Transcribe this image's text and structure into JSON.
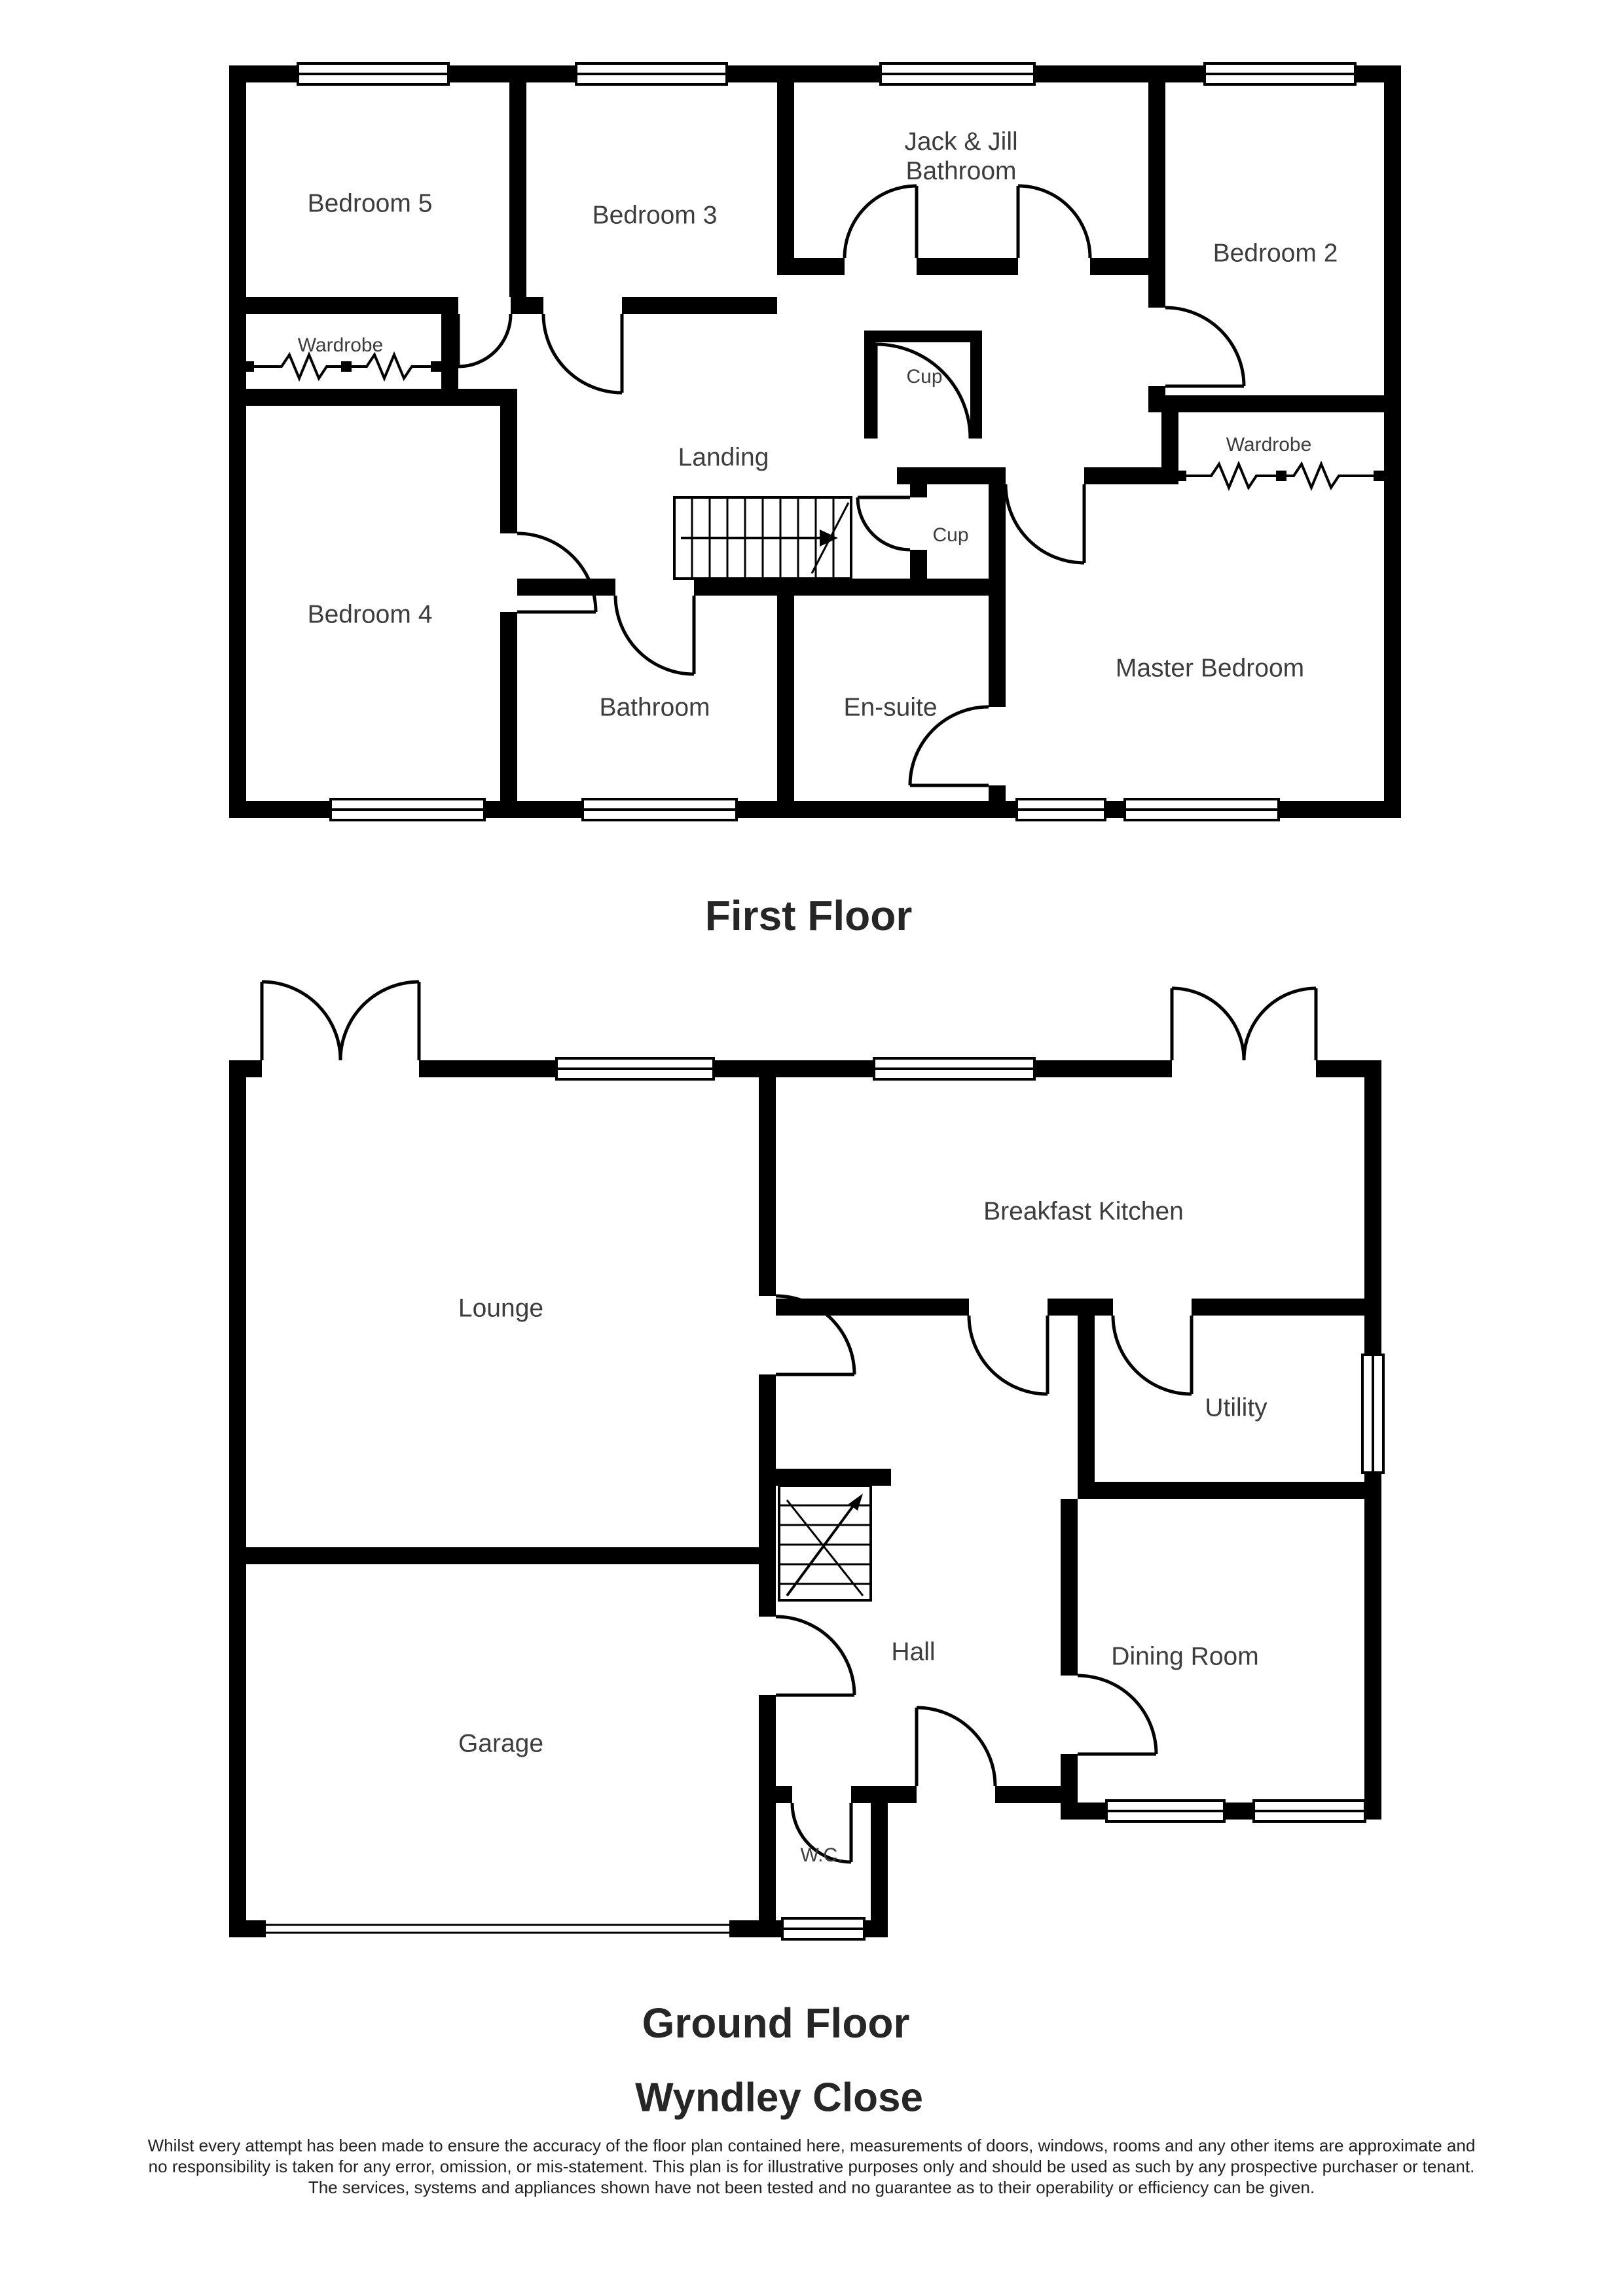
{
  "property_name": "Wyndley Close",
  "first_floor": {
    "title": "First Floor",
    "rooms": {
      "bedroom5": "Bedroom 5",
      "bedroom3": "Bedroom 3",
      "jack_jill": "Jack & Jill\nBathroom",
      "bedroom2": "Bedroom 2",
      "wardrobe_left": "Wardrobe",
      "landing": "Landing",
      "cup_top": "Cup",
      "cup_bottom": "Cup",
      "wardrobe_right": "Wardrobe",
      "bedroom4": "Bedroom 4",
      "bathroom": "Bathroom",
      "ensuite": "En-suite",
      "master_bedroom": "Master Bedroom"
    }
  },
  "ground_floor": {
    "title": "Ground Floor",
    "rooms": {
      "lounge": "Lounge",
      "breakfast_kitchen": "Breakfast Kitchen",
      "utility": "Utility",
      "hall": "Hall",
      "dining_room": "Dining Room",
      "garage": "Garage",
      "wc": "W.C."
    }
  },
  "disclaimer": {
    "text": "Whilst every attempt has been made to ensure the accuracy of the floor plan contained here, measurements of doors, windows, rooms and any other items are approximate and\nno responsibility is taken for any error, omission, or mis-statement. This plan is for illustrative purposes only and should be used as such by any prospective purchaser or tenant.\nThe services, systems and appliances shown have not been tested and no guarantee as to their operability or efficiency can be given."
  },
  "plan_colors": {
    "wall": "#000000",
    "label_text": "#3d3d3d",
    "background": "#ffffff"
  }
}
